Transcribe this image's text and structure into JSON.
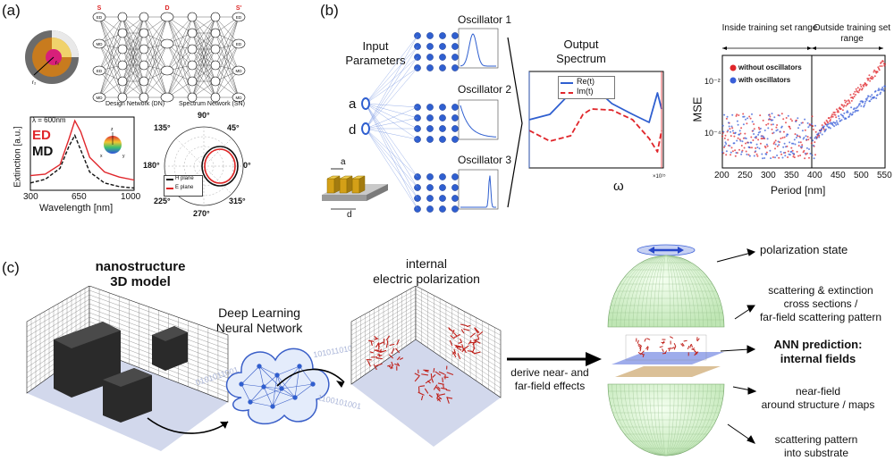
{
  "panels": {
    "a": "(a)",
    "b": "(b)",
    "c": "(c)"
  },
  "panel_a": {
    "net_labels": {
      "S": "S",
      "D": "D",
      "S_prime": "S'"
    },
    "input_nodes": [
      "ED",
      "MD",
      "ED",
      "MD"
    ],
    "output_nodes": [
      "ED",
      "ED",
      "MD",
      "MD"
    ],
    "design_network_label": "Design Network (DN)",
    "spectrum_network_label": "Spectrum Network (SN)",
    "spectrum_chart": {
      "lambda_note": "λ = 600nm",
      "legend_ed": "ED",
      "legend_md": "MD",
      "ylabel": "Extinction [a.u.]",
      "xlabel": "Wavelength [nm]",
      "xticks": [
        "300",
        "650",
        "1000"
      ]
    },
    "polar_chart": {
      "angles": [
        "90°",
        "45°",
        "0°",
        "315°",
        "270°",
        "225°",
        "180°",
        "135°"
      ],
      "legend": [
        "H plane",
        "E plane"
      ]
    }
  },
  "panel_b": {
    "input_parameters": "Input Parameters",
    "param_a": "a",
    "param_d": "d",
    "oscillators": [
      "Oscillator 1",
      "Oscillator 2",
      "Oscillator 3"
    ],
    "output_spectrum_title": "Output Spectrum",
    "legend_re": "Re(t)",
    "legend_im": "Im(t)",
    "xlabel": "ω",
    "x_exponent": "×10¹⁵",
    "grating_a": "a",
    "grating_d": "d"
  },
  "mse_chart": {
    "inside_label": "Inside training set range",
    "outside_label": "Outside training set range",
    "ylabel": "MSE",
    "xlabel": "Period [nm]",
    "legend_without": "without oscillators",
    "legend_with": "with oscillators",
    "xticks": [
      "200",
      "250",
      "300",
      "350",
      "400",
      "450",
      "500",
      "550"
    ],
    "yticks": [
      "10⁻²",
      "10⁻⁴"
    ]
  },
  "panel_c": {
    "model_title": "nanostructure\n3D model",
    "dl_title": "Deep Learning\nNeural Network",
    "polarization_title": "internal\nelectric polarization",
    "derive_label": "derive near- and\nfar-field effects",
    "binary_1": "0101011001",
    "binary_2": "1010110101",
    "binary_3": "1100101001",
    "annotations": {
      "polarization_state": "polarization state",
      "scattering": "scattering & extinction\ncross sections /\nfar-field scattering pattern",
      "ann_prediction": "ANN prediction:\ninternal fields",
      "near_field": "near-field\naround structure / maps",
      "substrate": "scattering pattern\ninto substrate"
    }
  },
  "chart_data": [
    {
      "type": "line",
      "title": "",
      "xlabel": "Wavelength [nm]",
      "ylabel": "Extinction [a.u.]",
      "xlim": [
        300,
        1000
      ],
      "series": [
        {
          "name": "ED",
          "color": "#e0262b",
          "x": [
            300,
            400,
            500,
            560,
            600,
            640,
            700,
            800,
            900,
            1000
          ],
          "values": [
            0.2,
            0.22,
            0.35,
            0.7,
            0.95,
            0.8,
            0.45,
            0.25,
            0.18,
            0.14
          ]
        },
        {
          "name": "MD",
          "color": "#111111",
          "x": [
            300,
            400,
            500,
            560,
            600,
            640,
            700,
            800,
            900,
            1000
          ],
          "values": [
            0.1,
            0.15,
            0.3,
            0.6,
            0.75,
            0.55,
            0.25,
            0.1,
            0.05,
            0.03
          ]
        }
      ]
    },
    {
      "type": "line",
      "title": "Output Spectrum",
      "xlabel": "ω",
      "xlim": [
        1.5,
        4.7
      ],
      "series": [
        {
          "name": "Re(t)",
          "color": "#2f5fd0",
          "x": [
            1.5,
            2.0,
            2.5,
            2.8,
            3.0,
            3.5,
            4.0,
            4.4,
            4.6,
            4.7
          ],
          "values": [
            0,
            1,
            5,
            7.5,
            6.5,
            3,
            1,
            -0.5,
            5,
            2
          ]
        },
        {
          "name": "Im(t)",
          "color": "#e0262b",
          "x": [
            1.5,
            2.0,
            2.5,
            2.8,
            3.0,
            3.5,
            4.0,
            4.4,
            4.6,
            4.7
          ],
          "values": [
            -2,
            -4,
            -3,
            1,
            2,
            1.8,
            0,
            -3.5,
            -6,
            -2
          ]
        }
      ]
    },
    {
      "type": "scatter",
      "xlabel": "Period [nm]",
      "ylabel": "MSE",
      "xlim": [
        200,
        550
      ],
      "ylog": true,
      "series": [
        {
          "name": "without oscillators",
          "color": "#e0262b",
          "x": [
            200,
            300,
            400,
            450,
            500,
            550
          ],
          "values": [
            0.0001,
            0.0001,
            0.0001,
            0.002,
            0.008,
            0.02
          ]
        },
        {
          "name": "with oscillators",
          "color": "#3a5fd8",
          "x": [
            200,
            300,
            400,
            450,
            500,
            550
          ],
          "values": [
            0.0001,
            0.0001,
            0.0001,
            0.0006,
            0.001,
            0.003
          ]
        }
      ]
    }
  ]
}
